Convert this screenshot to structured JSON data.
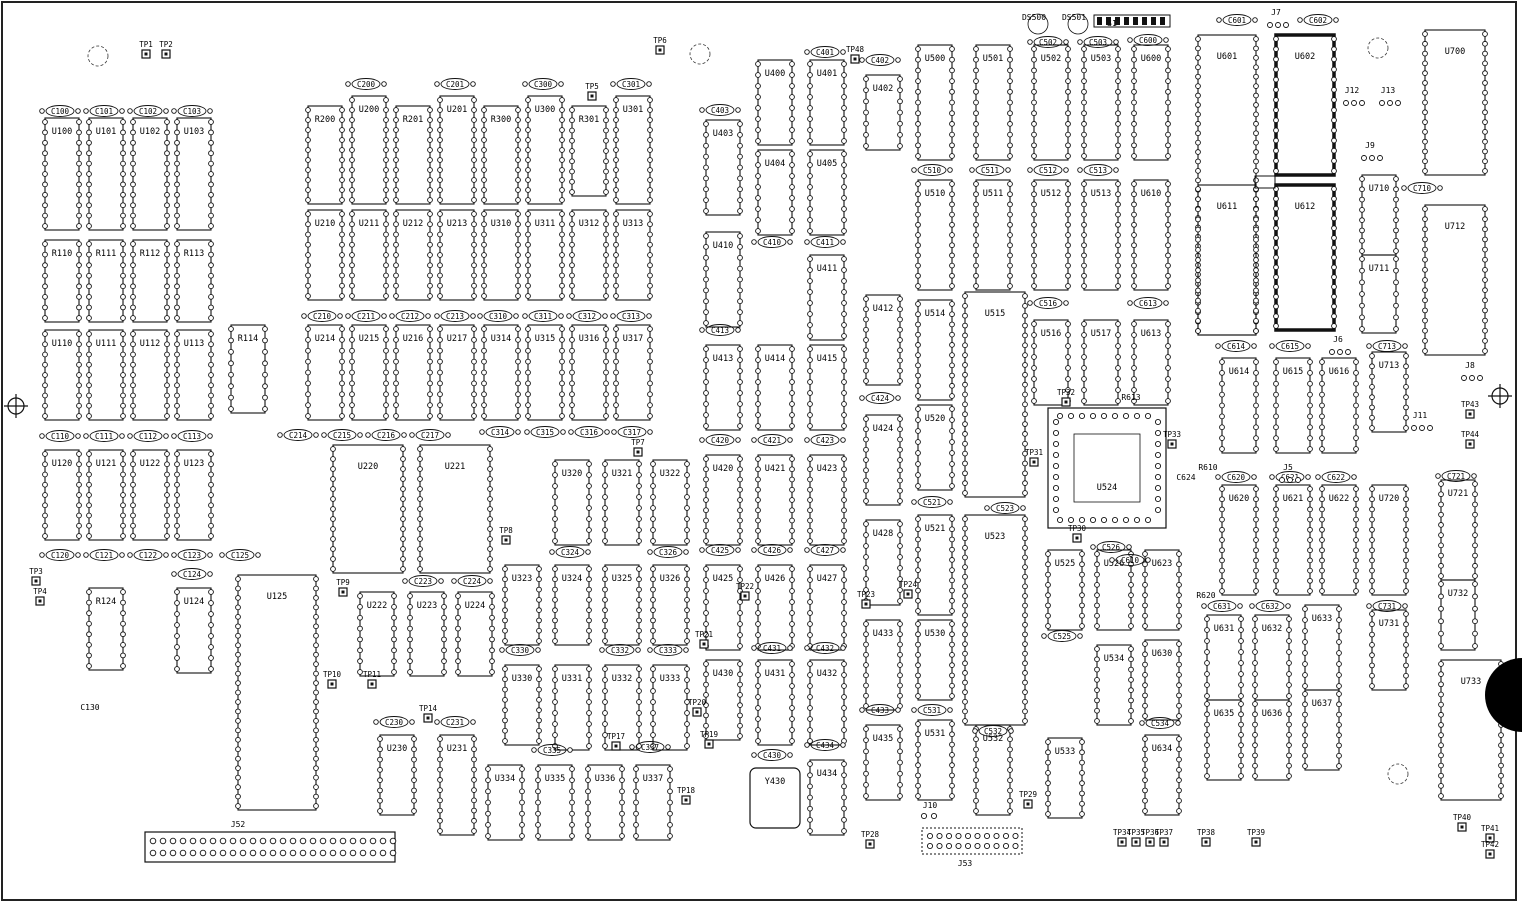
{
  "chips": [
    {
      "ref": "U100"
    },
    {
      "ref": "U101"
    },
    {
      "ref": "U102"
    },
    {
      "ref": "U103"
    },
    {
      "ref": "R110"
    },
    {
      "ref": "R111"
    },
    {
      "ref": "R112"
    },
    {
      "ref": "R113"
    },
    {
      "ref": "U110"
    },
    {
      "ref": "U111"
    },
    {
      "ref": "U112"
    },
    {
      "ref": "U113"
    },
    {
      "ref": "R114"
    },
    {
      "ref": "U120"
    },
    {
      "ref": "U121"
    },
    {
      "ref": "U122"
    },
    {
      "ref": "U123"
    },
    {
      "ref": "R124"
    },
    {
      "ref": "U124"
    },
    {
      "ref": "U125"
    },
    {
      "ref": "R200"
    },
    {
      "ref": "U200"
    },
    {
      "ref": "R201"
    },
    {
      "ref": "U201"
    },
    {
      "ref": "R300"
    },
    {
      "ref": "U300"
    },
    {
      "ref": "R301"
    },
    {
      "ref": "U301"
    },
    {
      "ref": "U210"
    },
    {
      "ref": "U211"
    },
    {
      "ref": "U212"
    },
    {
      "ref": "U213"
    },
    {
      "ref": "U310"
    },
    {
      "ref": "U311"
    },
    {
      "ref": "U312"
    },
    {
      "ref": "U313"
    },
    {
      "ref": "U214"
    },
    {
      "ref": "U215"
    },
    {
      "ref": "U216"
    },
    {
      "ref": "U217"
    },
    {
      "ref": "U314"
    },
    {
      "ref": "U315"
    },
    {
      "ref": "U316"
    },
    {
      "ref": "U317"
    },
    {
      "ref": "U220"
    },
    {
      "ref": "U221"
    },
    {
      "ref": "U222"
    },
    {
      "ref": "U223"
    },
    {
      "ref": "U224"
    },
    {
      "ref": "U230"
    },
    {
      "ref": "U231"
    },
    {
      "ref": "U320"
    },
    {
      "ref": "U321"
    },
    {
      "ref": "U322"
    },
    {
      "ref": "U323"
    },
    {
      "ref": "U324"
    },
    {
      "ref": "U325"
    },
    {
      "ref": "U326"
    },
    {
      "ref": "U330"
    },
    {
      "ref": "U331"
    },
    {
      "ref": "U332"
    },
    {
      "ref": "U333"
    },
    {
      "ref": "U334"
    },
    {
      "ref": "U335"
    },
    {
      "ref": "U336"
    },
    {
      "ref": "U337"
    },
    {
      "ref": "U400"
    },
    {
      "ref": "U401"
    },
    {
      "ref": "U402"
    },
    {
      "ref": "U403"
    },
    {
      "ref": "U404"
    },
    {
      "ref": "U405"
    },
    {
      "ref": "U410"
    },
    {
      "ref": "U411"
    },
    {
      "ref": "U412"
    },
    {
      "ref": "U413"
    },
    {
      "ref": "U414"
    },
    {
      "ref": "U415"
    },
    {
      "ref": "U420"
    },
    {
      "ref": "U421"
    },
    {
      "ref": "U423"
    },
    {
      "ref": "U424"
    },
    {
      "ref": "U425"
    },
    {
      "ref": "U426"
    },
    {
      "ref": "U427"
    },
    {
      "ref": "U428"
    },
    {
      "ref": "U430"
    },
    {
      "ref": "U431"
    },
    {
      "ref": "U432"
    },
    {
      "ref": "U433"
    },
    {
      "ref": "U434"
    },
    {
      "ref": "U435"
    },
    {
      "ref": "U500"
    },
    {
      "ref": "U501"
    },
    {
      "ref": "U502"
    },
    {
      "ref": "U503"
    },
    {
      "ref": "U600"
    },
    {
      "ref": "U510"
    },
    {
      "ref": "U511"
    },
    {
      "ref": "U512"
    },
    {
      "ref": "U513"
    },
    {
      "ref": "U610"
    },
    {
      "ref": "U514"
    },
    {
      "ref": "U515"
    },
    {
      "ref": "U516"
    },
    {
      "ref": "U517"
    },
    {
      "ref": "U613"
    },
    {
      "ref": "U520"
    },
    {
      "ref": "U521"
    },
    {
      "ref": "U523"
    },
    {
      "ref": "U524"
    },
    {
      "ref": "U525"
    },
    {
      "ref": "U526"
    },
    {
      "ref": "U530"
    },
    {
      "ref": "U531"
    },
    {
      "ref": "U532"
    },
    {
      "ref": "U533"
    },
    {
      "ref": "U534"
    },
    {
      "ref": "U601"
    },
    {
      "ref": "U602"
    },
    {
      "ref": "U611"
    },
    {
      "ref": "U612"
    },
    {
      "ref": "U614"
    },
    {
      "ref": "U615"
    },
    {
      "ref": "U616"
    },
    {
      "ref": "U620"
    },
    {
      "ref": "U621"
    },
    {
      "ref": "U622"
    },
    {
      "ref": "U623"
    },
    {
      "ref": "U630"
    },
    {
      "ref": "U631"
    },
    {
      "ref": "U632"
    },
    {
      "ref": "U633"
    },
    {
      "ref": "U634"
    },
    {
      "ref": "U635"
    },
    {
      "ref": "U636"
    },
    {
      "ref": "U637"
    },
    {
      "ref": "U700"
    },
    {
      "ref": "U710"
    },
    {
      "ref": "U711"
    },
    {
      "ref": "U712"
    },
    {
      "ref": "U713"
    },
    {
      "ref": "U720"
    },
    {
      "ref": "U721"
    },
    {
      "ref": "U731"
    },
    {
      "ref": "U732"
    },
    {
      "ref": "U733"
    },
    {
      "ref": "Y430"
    }
  ],
  "caps": [
    "C100",
    "C101",
    "C102",
    "C103",
    "C110",
    "C111",
    "C112",
    "C113",
    "C120",
    "C121",
    "C122",
    "C123",
    "C124",
    "C125",
    "C200",
    "C201",
    "C300",
    "C301",
    "C210",
    "C211",
    "C212",
    "C213",
    "C310",
    "C311",
    "C312",
    "C313",
    "C214",
    "C215",
    "C216",
    "C217",
    "C314",
    "C315",
    "C316",
    "C317",
    "C223",
    "C224",
    "C230",
    "C231",
    "C324",
    "C326",
    "C330",
    "C332",
    "C333",
    "C335",
    "C337",
    "C401",
    "C402",
    "C403",
    "C410",
    "C411",
    "C413",
    "C420",
    "C421",
    "C423",
    "C424",
    "C425",
    "C426",
    "C427",
    "C431",
    "C432",
    "C433",
    "C434",
    "C430",
    "C502",
    "C503",
    "C600",
    "C510",
    "C511",
    "C512",
    "C513",
    "C516",
    "C613",
    "C521",
    "C523",
    "C525",
    "C526",
    "C531",
    "C532",
    "C534",
    "C601",
    "C602",
    "C614",
    "C615",
    "C713",
    "C620",
    "C621",
    "C622",
    "C631",
    "C632",
    "C710",
    "C721",
    "C731",
    "C610"
  ],
  "misc_labels": [
    "C130",
    "C624",
    "R610",
    "R620",
    "R613",
    "J5",
    "J6",
    "J7",
    "J8",
    "J9",
    "J11",
    "J12",
    "J13",
    "DS500",
    "DS501",
    "S1"
  ],
  "test_points": [
    "TP1",
    "TP2",
    "TP3",
    "TP4",
    "TP5",
    "TP6",
    "TP7",
    "TP8",
    "TP9",
    "TP10",
    "TP11",
    "TP14",
    "TP17",
    "TP18",
    "TP19",
    "TP20",
    "TP21",
    "TP22",
    "TP23",
    "TP24",
    "TP28",
    "TP29",
    "TP30",
    "TP31",
    "TP32",
    "TP33",
    "TP34",
    "TP35",
    "TP36",
    "TP37",
    "TP38",
    "TP39",
    "TP40",
    "TP41",
    "TP42",
    "TP43",
    "TP44",
    "TP48"
  ],
  "connectors": [
    "J52",
    "J53",
    "J10"
  ]
}
